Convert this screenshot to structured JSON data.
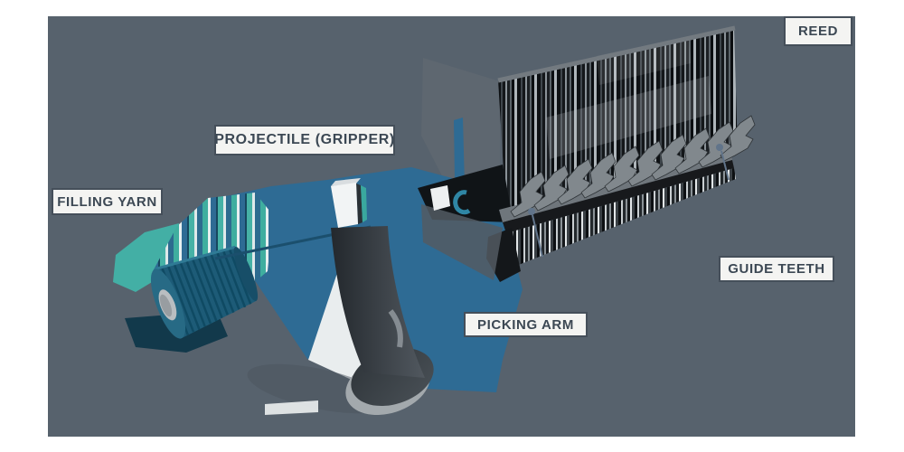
{
  "diagram": {
    "subject": "projectile-weaving-machine",
    "labels": {
      "reed": "REED",
      "projectile": "PROJECTILE (GRIPPER)",
      "filling_yarn": "FILLING YARN",
      "guide_teeth": "GUIDE TEETH",
      "picking_arm": "PICKING ARM"
    }
  },
  "colors": {
    "page_bg": "#ffffff",
    "stage_bg": "#57626D",
    "label_bg": "#F4F4F2",
    "label_border": "#454F5A",
    "label_text": "#3C4854",
    "steel_blue": "#2E6B94",
    "teal": "#43AFA5",
    "teal_accent": "#3AA89E",
    "spool_body": "#1D5B77",
    "spool_rib": "#0F4A63",
    "navy_shadow": "#12394B",
    "metal_dark": "#15181B",
    "metal_mid": "#555C63",
    "metal_light": "#A3A9AD",
    "white_part": "#EDF0F1"
  }
}
